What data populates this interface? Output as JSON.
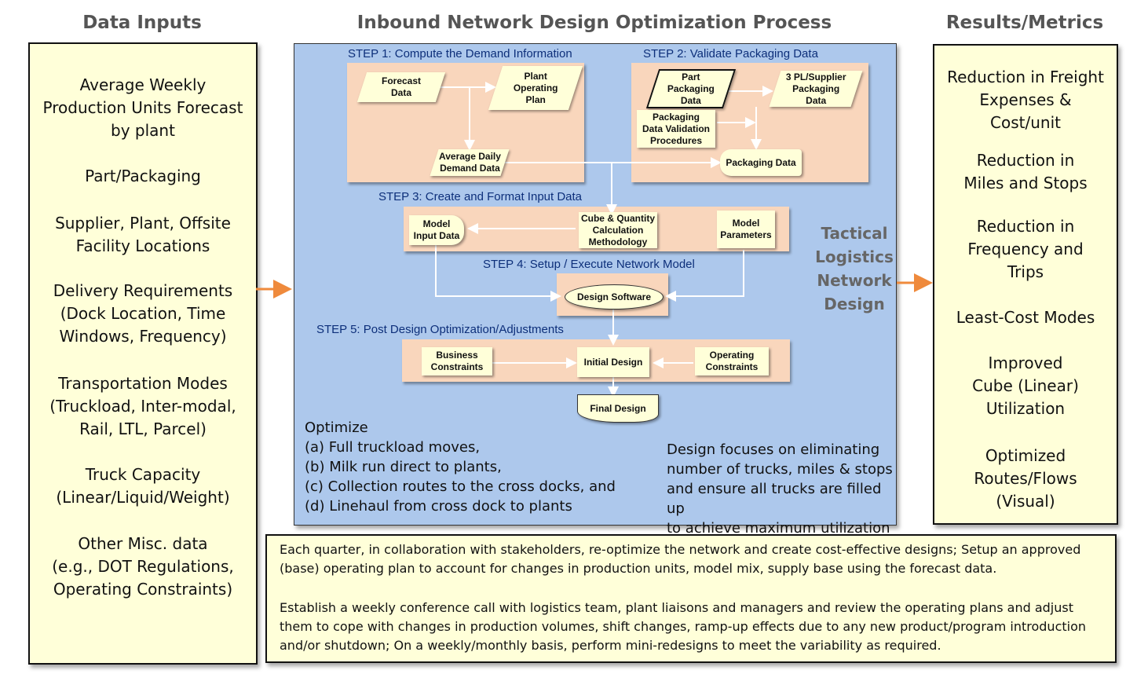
{
  "headers": {
    "left": "Data Inputs",
    "center": "Inbound Network Design Optimization Process",
    "right": "Results/Metrics"
  },
  "inputs": [
    "Average Weekly\nProduction Units Forecast\nby plant",
    "Part/Packaging",
    "Supplier, Plant, Offsite\nFacility Locations",
    "Delivery Requirements\n(Dock Location, Time\nWindows, Frequency)",
    "Transportation Modes\n(Truckload, Inter-modal,\nRail, LTL, Parcel)",
    "Truck Capacity\n(Linear/Liquid/Weight)",
    "Other Misc. data\n(e.g., DOT Regulations,\nOperating Constraints)"
  ],
  "results": [
    "Reduction in Freight\nExpenses &\nCost/unit",
    "Reduction in\nMiles and Stops",
    "Reduction in\nFrequency and\nTrips",
    "Least-Cost Modes",
    "Improved\nCube (Linear)\nUtilization",
    "Optimized\nRoutes/Flows\n(Visual)"
  ],
  "steps": {
    "s1": "STEP 1: Compute the Demand Information",
    "s2": "STEP 2: Validate Packaging Data",
    "s3": "STEP 3: Create and Format Input Data",
    "s4": "STEP 4: Setup / Execute Network Model",
    "s5": "STEP 5: Post Design Optimization/Adjustments"
  },
  "nodes": {
    "forecast": "Forecast\nData",
    "plant_plan": "Plant\nOperating\nPlan",
    "avg_daily": "Average Daily\nDemand Data",
    "part_pkg": "Part\nPackaging\nData",
    "supplier_pkg": "3 PL/Supplier\nPackaging\nData",
    "pkg_validation": "Packaging\nData Validation\nProcedures",
    "pkg_data": "Packaging Data",
    "model_input": "Model\nInput Data",
    "cube_qty": "Cube & Quantity\nCalculation\nMethodology",
    "model_params": "Model\nParameters",
    "design_sw": "Design Software",
    "business": "Business\nConstraints",
    "initial": "Initial Design",
    "operating": "Operating\nConstraints",
    "final": "Final Design"
  },
  "tactical": "Tactical\nLogistics\nNetwork\nDesign",
  "optimize": {
    "title": "Optimize",
    "items": [
      "(a) Full truckload moves,",
      "(b) Milk run direct to plants,",
      "(c) Collection routes to the cross docks, and",
      "(d) Linehaul from cross dock to plants"
    ]
  },
  "focus": "Design focuses on eliminating\nnumber of trucks, miles & stops\nand ensure all trucks are filled up\nto achieve maximum utilization",
  "bottom": {
    "p1": "Each quarter, in collaboration with stakeholders, re-optimize the network and create cost-effective designs; Setup an approved (base) operating plan to account for changes in production units, model mix, supply base using the forecast data.",
    "p2": "Establish a weekly conference call with logistics team, plant liaisons and managers and review the operating plans and adjust them to cope with changes in production volumes, shift changes, ramp-up effects due to any new product/program introduction and/or shutdown; On a weekly/monthly basis, perform mini-redesigns to meet the variability as required."
  },
  "colors": {
    "panel_fill": "#ffffd9",
    "process_fill": "#adc8ec",
    "step_fill": "#f9d6bc",
    "arrow": "#ef8a3c",
    "step_label": "#0d2f7a"
  }
}
